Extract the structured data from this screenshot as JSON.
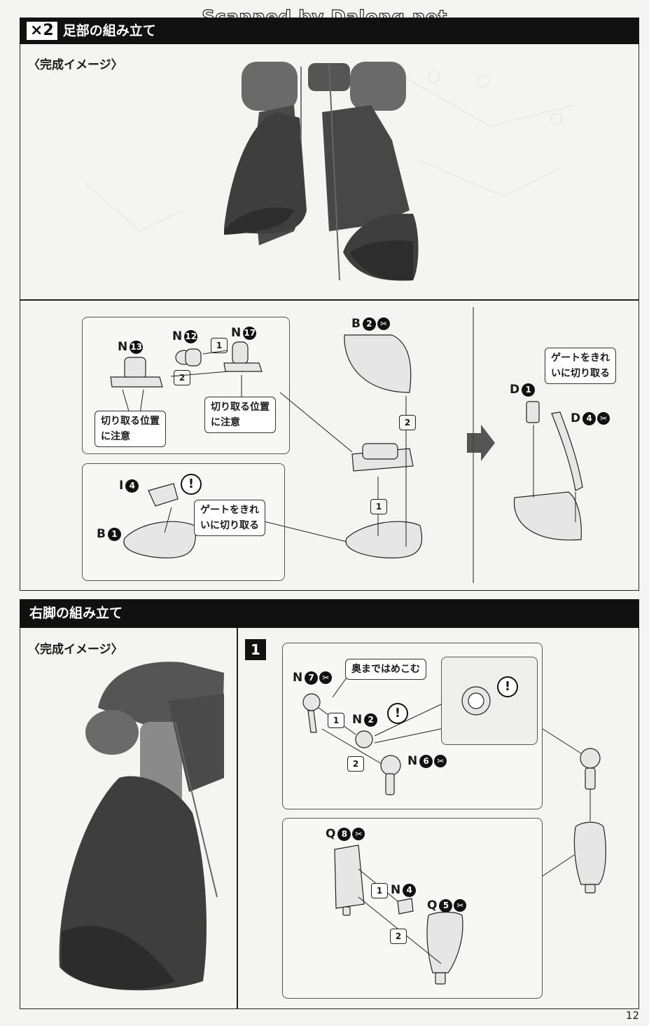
{
  "watermark": "Scanned by Dalong.net",
  "section1": {
    "count_tag": "×2",
    "title": "足部の組み立て",
    "image_label": "〈完成イメージ〉"
  },
  "assembly1": {
    "parts": {
      "n13": {
        "letter": "N",
        "num": "13"
      },
      "n12": {
        "letter": "N",
        "num": "12"
      },
      "n17": {
        "letter": "N",
        "num": "17"
      },
      "b2": {
        "letter": "B",
        "num": "2"
      },
      "i4": {
        "letter": "I",
        "num": "4"
      },
      "b1": {
        "letter": "B",
        "num": "1"
      },
      "d1": {
        "letter": "D",
        "num": "1"
      },
      "d4": {
        "letter": "D",
        "num": "4"
      }
    },
    "note_cut1": [
      "切り取る位置",
      "に注意"
    ],
    "note_cut2": [
      "切り取る位置",
      "に注意"
    ],
    "note_gate1": [
      "ゲートをきれ",
      "いに切り取る"
    ],
    "note_gate2": [
      "ゲートをきれ",
      "いに切り取る"
    ],
    "steps": {
      "s1": "1",
      "s2": "2"
    },
    "warning": "!"
  },
  "section2": {
    "title": "右脚の組み立て",
    "image_label": "〈完成イメージ〉",
    "step_number": "1"
  },
  "assembly2": {
    "parts": {
      "n7": {
        "letter": "N",
        "num": "7"
      },
      "n2": {
        "letter": "N",
        "num": "2"
      },
      "n6": {
        "letter": "N",
        "num": "6"
      },
      "q8": {
        "letter": "Q",
        "num": "8"
      },
      "n4": {
        "letter": "N",
        "num": "4"
      },
      "q5": {
        "letter": "Q",
        "num": "5"
      }
    },
    "note_press": "奥まではめこむ",
    "warning": "!"
  },
  "page_number": "12",
  "colors": {
    "header_bg": "#111111",
    "part_fill": "#e6e6e6",
    "render_dark": "#3e3e3e"
  }
}
